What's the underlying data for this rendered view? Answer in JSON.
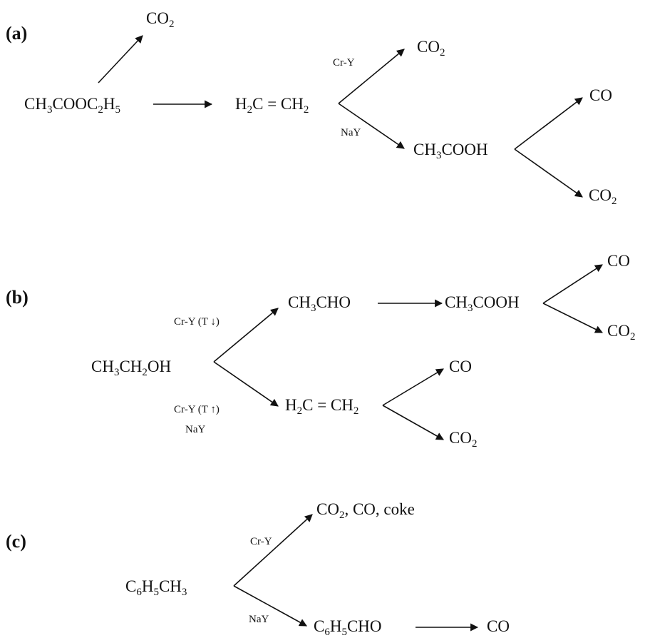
{
  "panels": {
    "a": "(a)",
    "b": "(b)",
    "c": "(c)"
  },
  "catalysts": {
    "a_top": "Cr-Y",
    "a_bottom": "NaY",
    "b_top": "Cr-Y (T ↓)",
    "b_bottom1": "Cr-Y (T ↑)",
    "b_bottom2": "NaY",
    "c_top": "Cr-Y",
    "c_bottom": "NaY"
  },
  "species": {
    "a_reactant": [
      [
        "CH",
        ""
      ],
      [
        "3",
        "sub"
      ],
      [
        "COOC",
        ""
      ],
      [
        "2",
        "sub"
      ],
      [
        "H",
        ""
      ],
      [
        "5",
        "sub"
      ]
    ],
    "a_co2_top": [
      [
        "CO",
        ""
      ],
      [
        "2",
        "sub"
      ]
    ],
    "a_ethylene": [
      [
        "H",
        ""
      ],
      [
        "2",
        "sub"
      ],
      [
        "C = CH",
        ""
      ],
      [
        "2",
        "sub"
      ]
    ],
    "a_co2_mid": [
      [
        "CO",
        ""
      ],
      [
        "2",
        "sub"
      ]
    ],
    "a_acetic": [
      [
        "CH",
        ""
      ],
      [
        "3",
        "sub"
      ],
      [
        "COOH",
        ""
      ]
    ],
    "a_co": [
      [
        "CO",
        ""
      ]
    ],
    "a_co2_bottom": [
      [
        "CO",
        ""
      ],
      [
        "2",
        "sub"
      ]
    ],
    "b_reactant": [
      [
        "CH",
        ""
      ],
      [
        "3",
        "sub"
      ],
      [
        "CH",
        ""
      ],
      [
        "2",
        "sub"
      ],
      [
        "OH",
        ""
      ]
    ],
    "b_acetaldehyde": [
      [
        "CH",
        ""
      ],
      [
        "3",
        "sub"
      ],
      [
        "CHO",
        ""
      ]
    ],
    "b_acetic": [
      [
        "CH",
        ""
      ],
      [
        "3",
        "sub"
      ],
      [
        "COOH",
        ""
      ]
    ],
    "b_co_top": [
      [
        "CO",
        ""
      ]
    ],
    "b_co2_top": [
      [
        "CO",
        ""
      ],
      [
        "2",
        "sub"
      ]
    ],
    "b_ethylene": [
      [
        "H",
        ""
      ],
      [
        "2",
        "sub"
      ],
      [
        "C = CH",
        ""
      ],
      [
        "2",
        "sub"
      ]
    ],
    "b_co_bottom": [
      [
        "CO",
        ""
      ]
    ],
    "b_co2_bottom": [
      [
        "CO",
        ""
      ],
      [
        "2",
        "sub"
      ]
    ],
    "c_reactant": [
      [
        "C",
        ""
      ],
      [
        "6",
        "sub"
      ],
      [
        "H",
        ""
      ],
      [
        "5",
        "sub"
      ],
      [
        "CH",
        ""
      ],
      [
        "3",
        "sub"
      ]
    ],
    "c_products": [
      [
        "CO",
        ""
      ],
      [
        "2",
        "sub"
      ],
      [
        ", CO, coke",
        ""
      ]
    ],
    "c_benzaldehyde": [
      [
        "C",
        ""
      ],
      [
        "6",
        "sub"
      ],
      [
        "H",
        ""
      ],
      [
        "5",
        "sub"
      ],
      [
        "CHO",
        ""
      ]
    ],
    "c_co": [
      [
        "CO",
        ""
      ]
    ]
  }
}
